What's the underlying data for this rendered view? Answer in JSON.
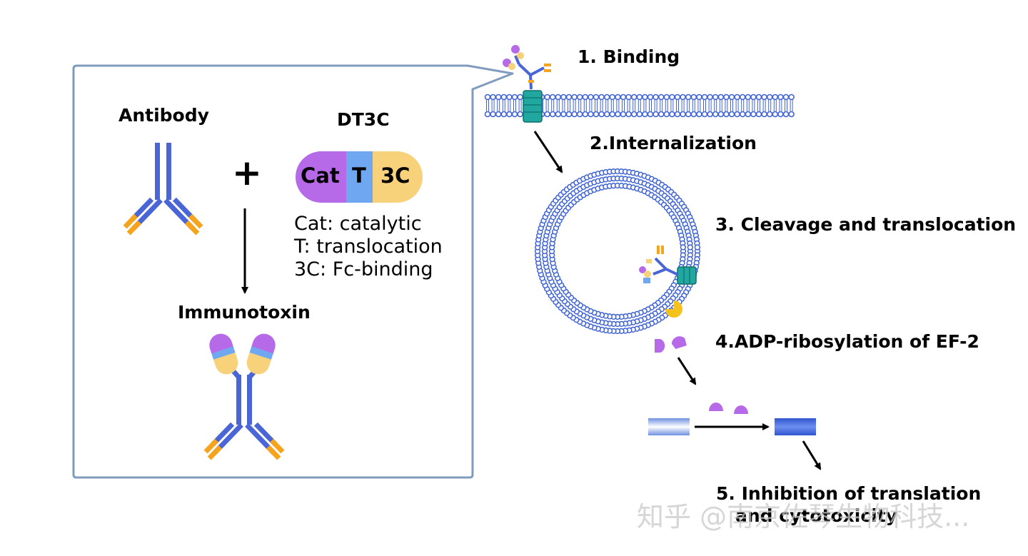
{
  "left_panel": {
    "antibody_label": "Antibody",
    "plus_sign": "+",
    "dt3c_label": "DT3C",
    "pill": {
      "cat": "Cat",
      "t": "T",
      "c3": "3C"
    },
    "legend": [
      "Cat: catalytic",
      "T: translocation",
      "3C: Fc-binding"
    ],
    "immunotoxin_label": "Immunotoxin"
  },
  "steps": {
    "s1": "1. Binding",
    "s2": "2.Internalization",
    "s3": "3. Cleavage and translocation",
    "s4": "4.ADP-ribosylation of EF-2",
    "s5_line1": "5. Inhibition of translation",
    "s5_line2": "and cytotoxicity"
  },
  "watermark": "知乎 @南京佐琴生物科技...",
  "colors": {
    "antibody_blue": "#4a66d6",
    "antibody_orange": "#f5a41b",
    "cat_purple": "#b76ae8",
    "t_blue": "#6fa8f0",
    "c3_yellow": "#f7d27a",
    "membrane_blue": "#3f63d4",
    "receptor_teal": "#1fa7a0",
    "panel_border": "#7f9bbd"
  }
}
